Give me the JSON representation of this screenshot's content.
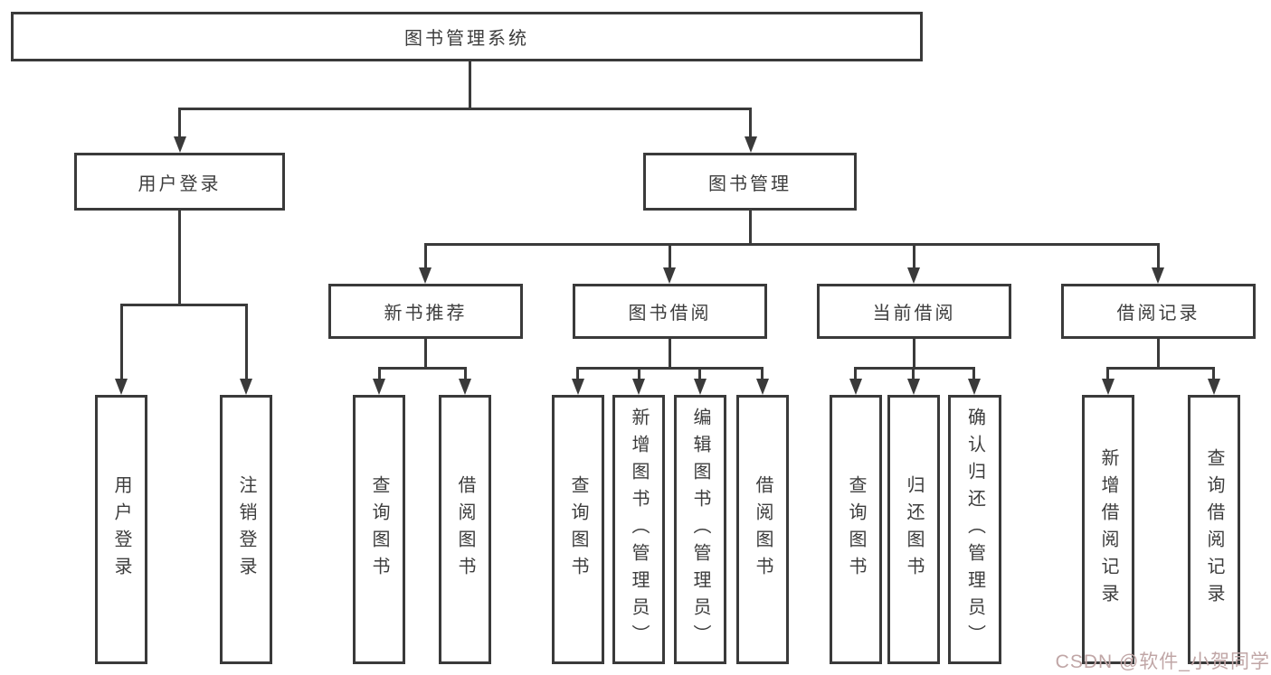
{
  "colors": {
    "line": "#3a3a3a",
    "text": "#3d3d3d",
    "background": "#ffffff",
    "watermark": "#c0a6a6"
  },
  "nodes": {
    "root": "图书管理系统",
    "level2": [
      "用户登录",
      "图书管理"
    ],
    "level3": [
      "新书推荐",
      "图书借阅",
      "当前借阅",
      "借阅记录"
    ],
    "leaves": [
      "用户登录",
      "注销登录",
      "查询图书",
      "借阅图书",
      "查询图书",
      "新增图书（管理员）",
      "编辑图书（管理员）",
      "借阅图书",
      "查询图书",
      "归还图书",
      "确认归还（管理员）",
      "新增借阅记录",
      "查询借阅记录"
    ]
  },
  "watermark": "CSDN @软件_小贺同学"
}
